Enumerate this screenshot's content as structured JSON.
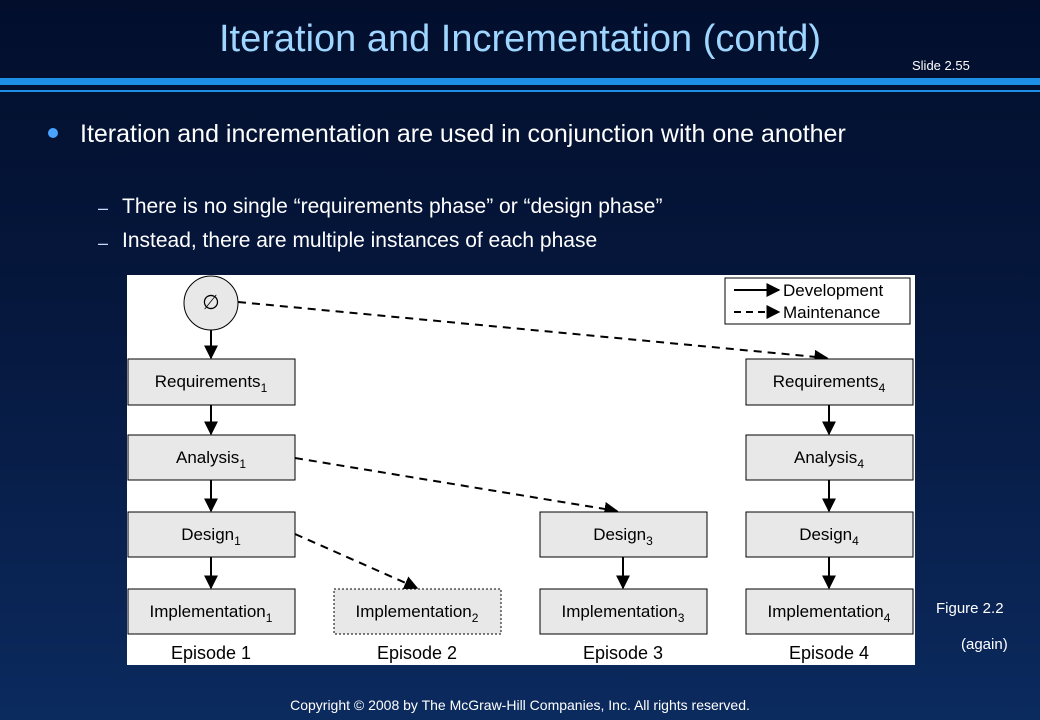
{
  "slide": {
    "title": "Iteration and Incrementation (contd)",
    "number": "Slide 2.55"
  },
  "bullets": {
    "main": "Iteration and incrementation are used in conjunction with one another",
    "sub": [
      "There is no single “requirements phase” or “design phase”",
      "Instead, there are multiple instances of each phase"
    ]
  },
  "figure": {
    "start_symbol": "∅",
    "legend": {
      "development": "Development",
      "maintenance": "Maintenance"
    },
    "episode1": {
      "req": "Requirements",
      "ana": "Analysis",
      "des": "Design",
      "imp": "Implementation",
      "n": "1",
      "label": "Episode 1"
    },
    "episode2": {
      "imp": "Implementation",
      "n": "2",
      "label": "Episode 2"
    },
    "episode3": {
      "des": "Design",
      "imp": "Implementation",
      "n": "3",
      "label": "Episode 3"
    },
    "episode4": {
      "req": "Requirements",
      "ana": "Analysis",
      "des": "Design",
      "imp": "Implementation",
      "n": "4",
      "label": "Episode 4"
    },
    "caption": "Figure 2.2",
    "caption_note": "(again)"
  },
  "footer": {
    "copyright": "Copyright © 2008 by The McGraw-Hill Companies, Inc.  All rights reserved."
  }
}
